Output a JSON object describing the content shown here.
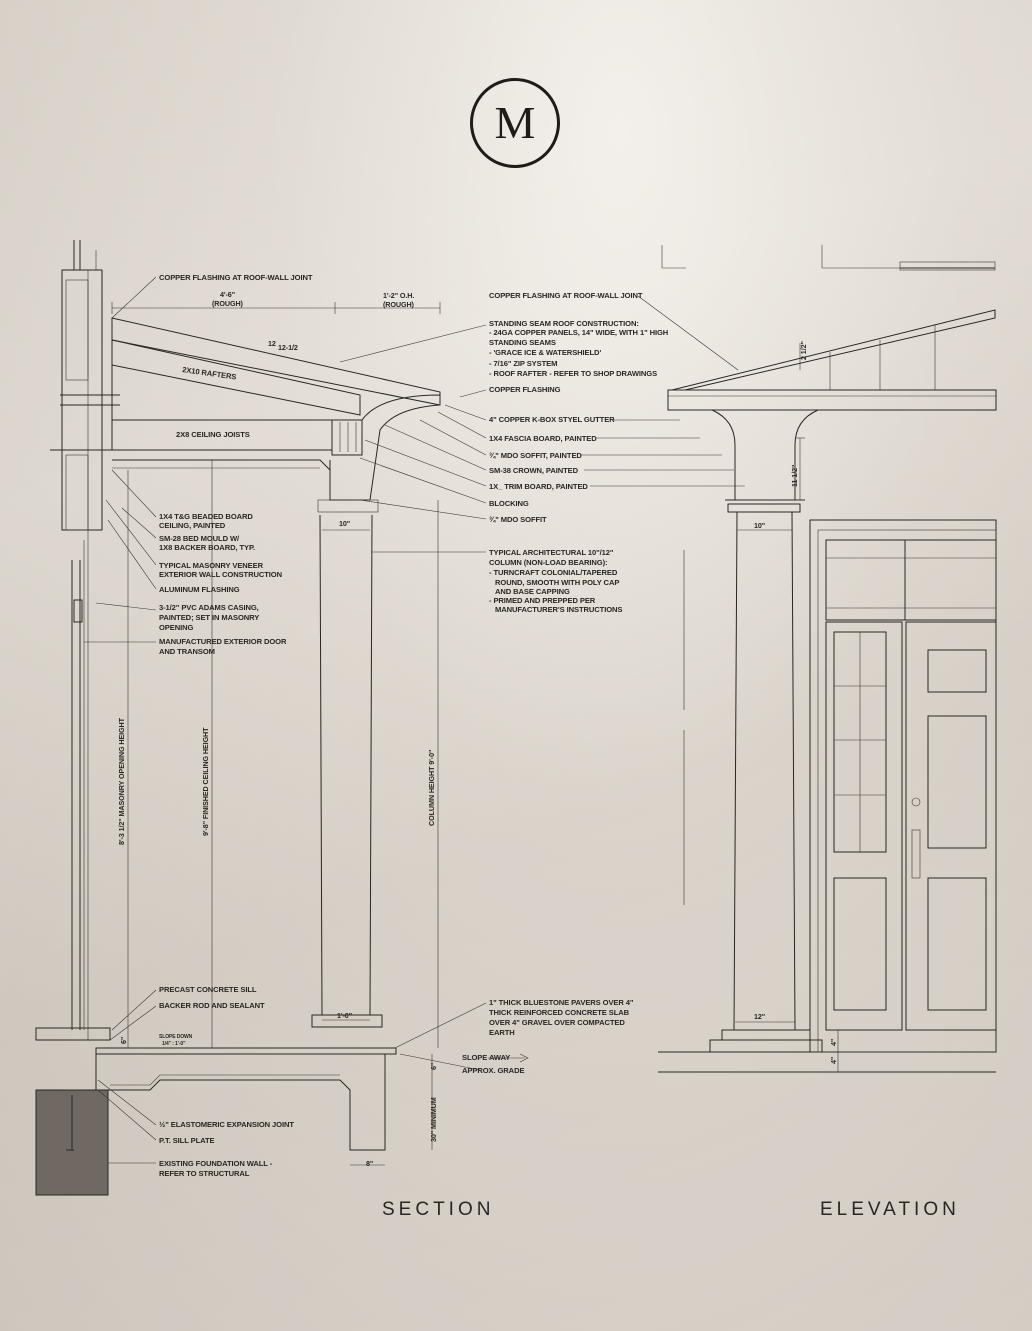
{
  "logo_letter": "M",
  "section_title": "SECTION",
  "elevation_title": "ELEVATION",
  "section_labels": {
    "copper_flashing_top": "COPPER FLASHING AT ROOF-WALL JOINT",
    "rough_4_6": "4'-6\"",
    "rough_4_6_sub": "(ROUGH)",
    "oh_1_2": "1'-2\" O.H.",
    "oh_1_2_sub": "(ROUGH)",
    "slope": "12",
    "slope_sub": "12-1/2",
    "rafters": "2X10 RAFTERS",
    "ceiling_joists": "2X8 CEILING JOISTS",
    "beaded_board": "1X4 T&G BEADED BOARD",
    "beaded_board_2": "CEILING, PAINTED",
    "bed_mould": "SM-28 BED MOULD W/",
    "bed_mould_2": "1X8 BACKER BOARD, TYP.",
    "masonry_veneer": "TYPICAL MASONRY VENEER",
    "masonry_veneer_2": "EXTERIOR WALL CONSTRUCTION",
    "aluminum_flashing": "ALUMINUM FLASHING",
    "pvc_casing": "3-1/2\" PVC ADAMS CASING,",
    "pvc_casing_2": "PAINTED; SET IN MASONRY",
    "pvc_casing_3": "OPENING",
    "ext_door": "MANUFACTURED EXTERIOR DOOR",
    "ext_door_2": "AND TRANSOM",
    "masonry_height": "8'-3 1/2\" MASONRY OPENING HEIGHT",
    "ceiling_height": "9'-8\" FINISHED CEILING HEIGHT",
    "column_height": "COLUMN HEIGHT 9'-0\"",
    "col_top_10": "10\"",
    "col_base_1_0": "1'-0\"",
    "slope_down": "SLOPE DOWN",
    "slope_down_2": "1/4\" : 1'-0\"",
    "dim_6": "6\"",
    "dim_6b": "6\"",
    "dim_30": "30\" MINIMUM",
    "dim_8": "8\"",
    "precast_sill": "PRECAST CONCRETE SILL",
    "backer_rod": "BACKER ROD AND SEALANT",
    "expansion_joint": "½\" ELASTOMERIC EXPANSION JOINT",
    "sill_plate": "P.T. SILL PLATE",
    "foundation": "EXISTING FOUNDATION WALL -",
    "foundation_2": "REFER TO STRUCTURAL"
  },
  "callouts": {
    "copper_flashing_joint": "COPPER FLASHING AT ROOF-WALL JOINT",
    "standing_seam": "STANDING SEAM ROOF CONSTRUCTION:",
    "standing_seam_2": "- 24GA COPPER PANELS, 14\" WIDE, WITH 1\" HIGH",
    "standing_seam_3": "STANDING SEAMS",
    "standing_seam_4": "- 'GRACE ICE & WATERSHIELD'",
    "standing_seam_5": "- 7/16\" ZIP SYSTEM",
    "standing_seam_6": "- ROOF RAFTER - REFER TO SHOP DRAWINGS",
    "copper_flashing": "COPPER FLASHING",
    "gutter": "4\" COPPER K-BOX STYEL GUTTER",
    "fascia": "1X4 FASCIA BOARD, PAINTED",
    "mdo_soffit_painted": "¾\" MDO SOFFIT, PAINTED",
    "crown": "SM-38 CROWN, PAINTED",
    "trim_board": "1X_ TRIM BOARD, PAINTED",
    "blocking": "BLOCKING",
    "mdo_soffit": "¾\" MDO SOFFIT",
    "column": "TYPICAL ARCHITECTURAL 10\"/12\"",
    "column_2": "COLUMN (NON-LOAD BEARING):",
    "column_3": "- TURNCRAFT COLONIAL/TAPERED",
    "column_4": "ROUND, SMOOTH WITH POLY CAP",
    "column_5": "AND BASE CAPPING",
    "column_6": "- PRIMED AND PREPPED PER",
    "column_7": "MANUFACTURER'S INSTRUCTIONS",
    "bluestone": "1\" THICK BLUESTONE PAVERS OVER 4\"",
    "bluestone_2": "THICK REINFORCED CONCRETE SLAB",
    "bluestone_3": "OVER 4\" GRAVEL OVER COMPACTED",
    "bluestone_4": "EARTH",
    "slope_away": "SLOPE AWAY",
    "approx_grade": "APPROX. GRADE"
  },
  "elevation_labels": {
    "dim_2_5": "2 1/2\"",
    "dim_11_5": "11 1/2\"",
    "col_top": "10\"",
    "col_base": "12\"",
    "dim_4a": "4\"",
    "dim_4b": "4\""
  }
}
